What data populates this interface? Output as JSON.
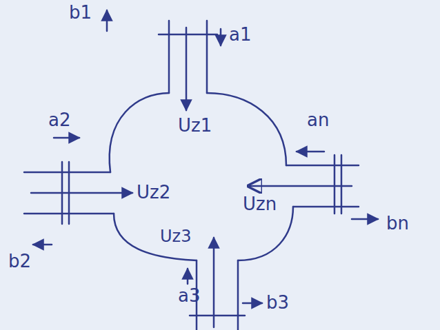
{
  "diagram": {
    "labels": [
      "b1",
      "a1",
      "Uz1",
      "a2",
      "an",
      "Uz2",
      "Uzn",
      "b2",
      "bn",
      "Uz3",
      "a3",
      "b3"
    ]
  }
}
